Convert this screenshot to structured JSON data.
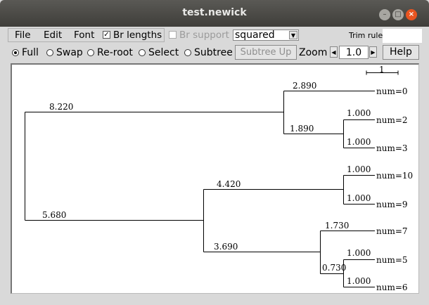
{
  "window": {
    "title": "test.newick"
  },
  "menu": {
    "file": "File",
    "edit": "Edit",
    "font": "Font"
  },
  "options": {
    "br_lengths": {
      "label": "Br lengths",
      "checked": true
    },
    "br_support": {
      "label": "Br support",
      "checked": false,
      "disabled": true
    },
    "style_select": "squared",
    "trim_label": "Trim rule:",
    "trim_value": ""
  },
  "modes": {
    "full": "Full",
    "swap": "Swap",
    "reroot": "Re-root",
    "select": "Select",
    "subtree": "Subtree",
    "selected": "full"
  },
  "toolbar": {
    "subtree_up": "Subtree Up",
    "zoom_label": "Zoom",
    "zoom_value": "1.0",
    "help": "Help"
  },
  "tree": {
    "scale_label": "1",
    "branch_lengths": {
      "root_upper": "8.220",
      "root_lower": "5.680",
      "num0": "2.890",
      "clade23": "1.890",
      "num2": "1.000",
      "num3": "1.000",
      "clade109": "4.420",
      "num10": "1.000",
      "num9": "1.000",
      "clade756": "3.690",
      "num7": "1.730",
      "clade56": "0.730",
      "num5": "1.000",
      "num6": "1.000"
    },
    "leaves": [
      "num=0",
      "num=2",
      "num=3",
      "num=10",
      "num=9",
      "num=7",
      "num=5",
      "num=6"
    ]
  }
}
